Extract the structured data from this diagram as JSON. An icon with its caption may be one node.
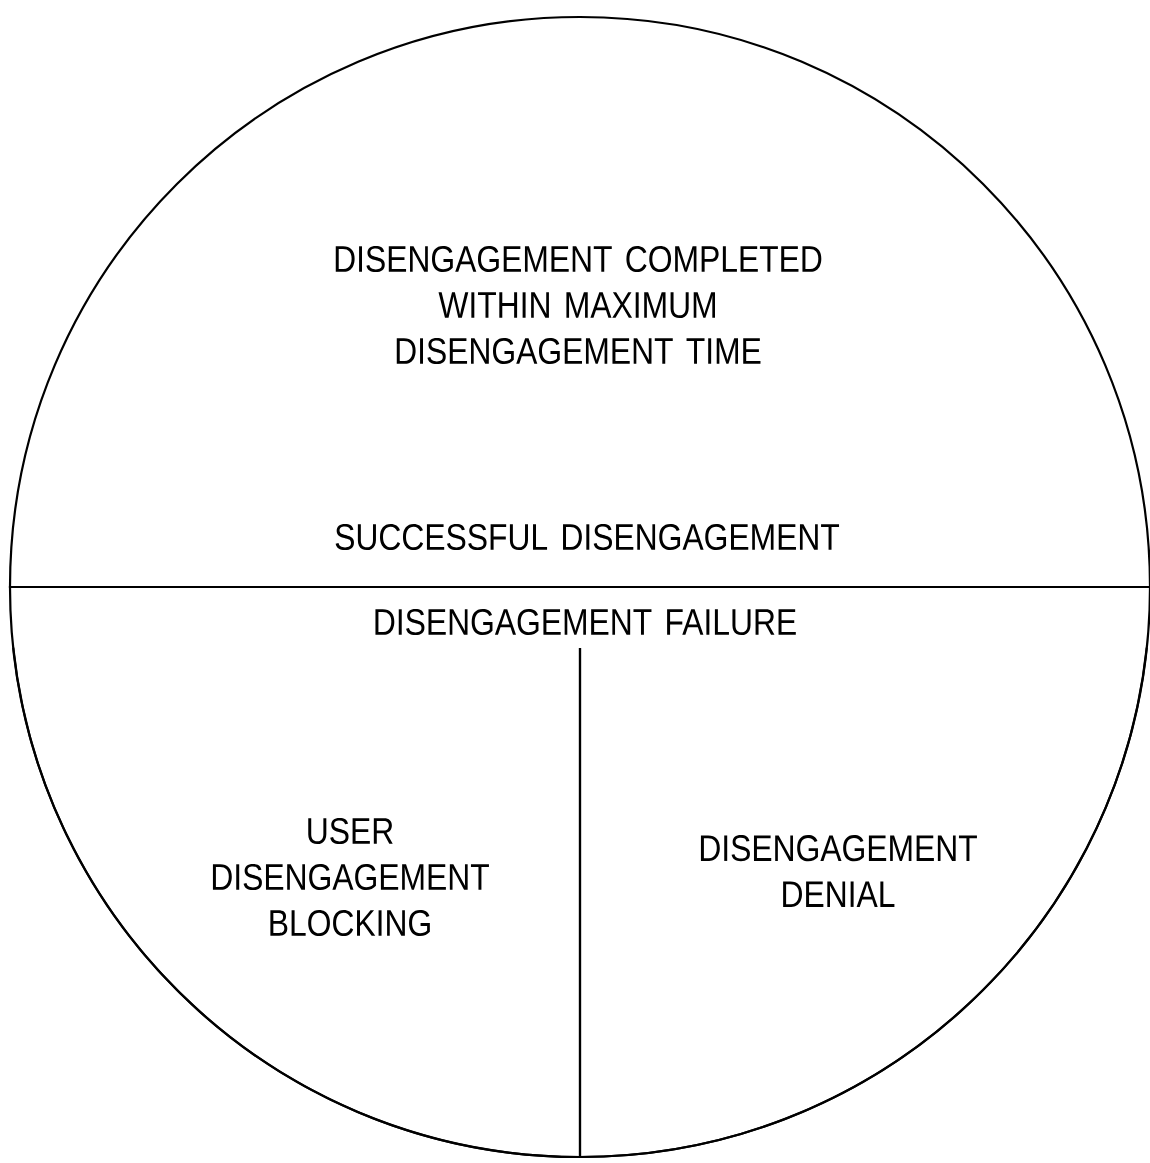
{
  "diagram": {
    "nodes": [
      {
        "text": [
          "DISENGAGEMENT COMPLETED WITHIN MAXIMUM DISENGAGEMENT TIME",
          "SUCCESSFUL DISENGAGEMENT"
        ]
      },
      {
        "text": [
          "DISENGAGEMENT FAILURE"
        ]
      },
      {
        "text": [
          "USER DISENGAGEMENT BLOCKING"
        ],
        "in": 1
      },
      {
        "text": [
          "DISENGAGEMENT DENIAL"
        ],
        "in": 1
      }
    ]
  }
}
